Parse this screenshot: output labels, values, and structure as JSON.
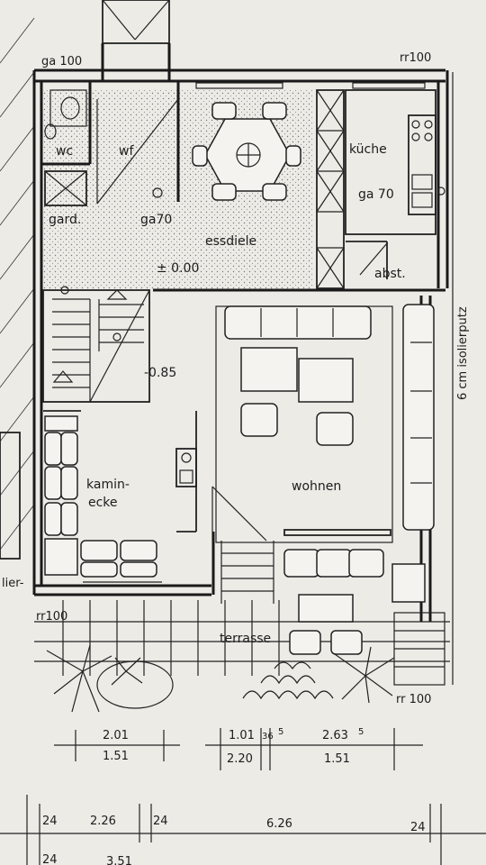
{
  "rooms": {
    "wc": "wc",
    "wf": "wf",
    "kueche": "küche",
    "kueche_ga": "ga 70",
    "gard": "gard.",
    "essdiele_ga": "ga70",
    "essdiele": "essdiele",
    "essdiele_level": "± 0.00",
    "abst": "abst.",
    "level_lower": "-0.85",
    "kamin_line1": "kamin-",
    "kamin_line2": "ecke",
    "wohnen": "wohnen",
    "terrasse": "terrasse"
  },
  "annotations": {
    "ga_top_left": "ga 100",
    "rr_top_right": "rr100",
    "rr_bottom_left": "rr100",
    "rr_bottom_right": "rr 100",
    "isolierputz": "6 cm isolierputz",
    "lier": "lier-"
  },
  "dimensions": {
    "row1": {
      "a_top": "2.01",
      "a_bottom": "1.51",
      "b_top": "1.01",
      "b_sup": "36",
      "b_sup2": "5",
      "b_bottom": "2.20",
      "c_top": "2.63",
      "c_sup": "5",
      "c_bottom": "1.51"
    },
    "row2": {
      "a": "24",
      "b": "2.26",
      "c": "24",
      "d": "6.26",
      "e": "24"
    },
    "row3": {
      "a": "24",
      "b": "3.51"
    }
  }
}
